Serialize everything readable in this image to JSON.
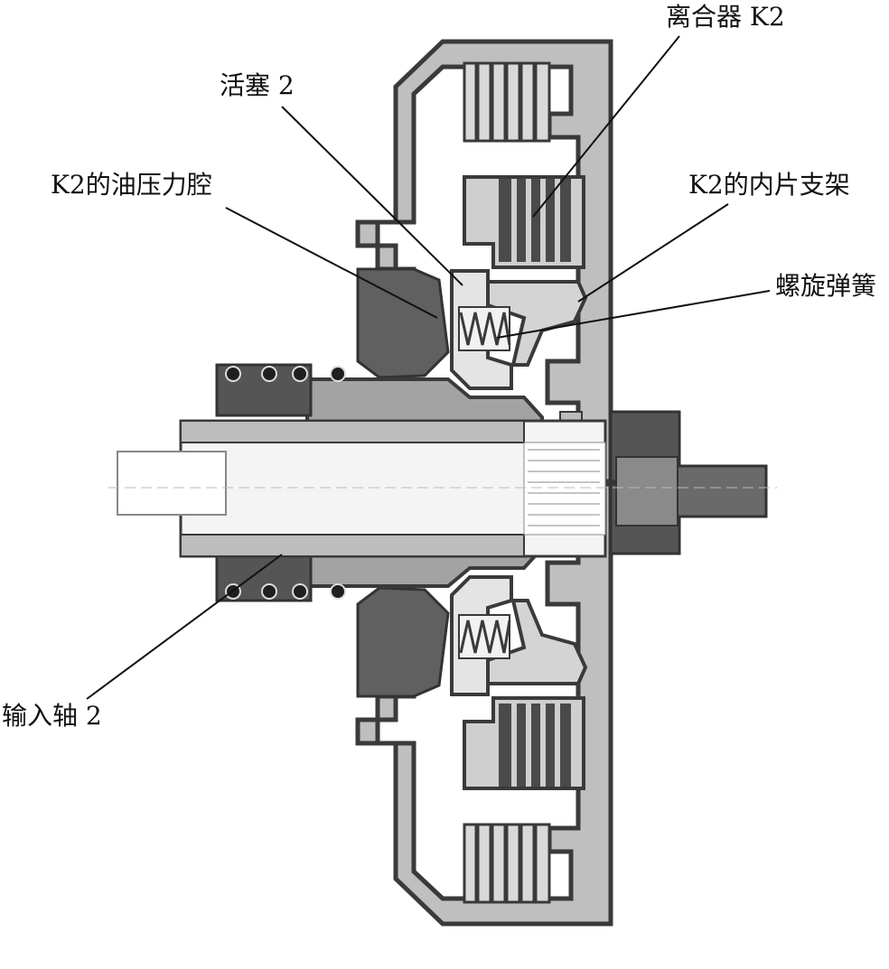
{
  "labels": {
    "clutch_k2": "离合器 K2",
    "piston_2": "活塞 2",
    "k2_pressure_chamber": "K2的油压力腔",
    "k2_inner_plate_carrier": "K2的内片支架",
    "coil_spring": "螺旋弹簧",
    "input_shaft_2": "输入轴 2"
  },
  "colors": {
    "outline": "#3a3a3a",
    "metal_dark": "#555555",
    "metal_mid": "#8a8a8a",
    "metal_light": "#c4c4c4",
    "metal_pale": "#e6e6e6",
    "leader": "#111111"
  }
}
